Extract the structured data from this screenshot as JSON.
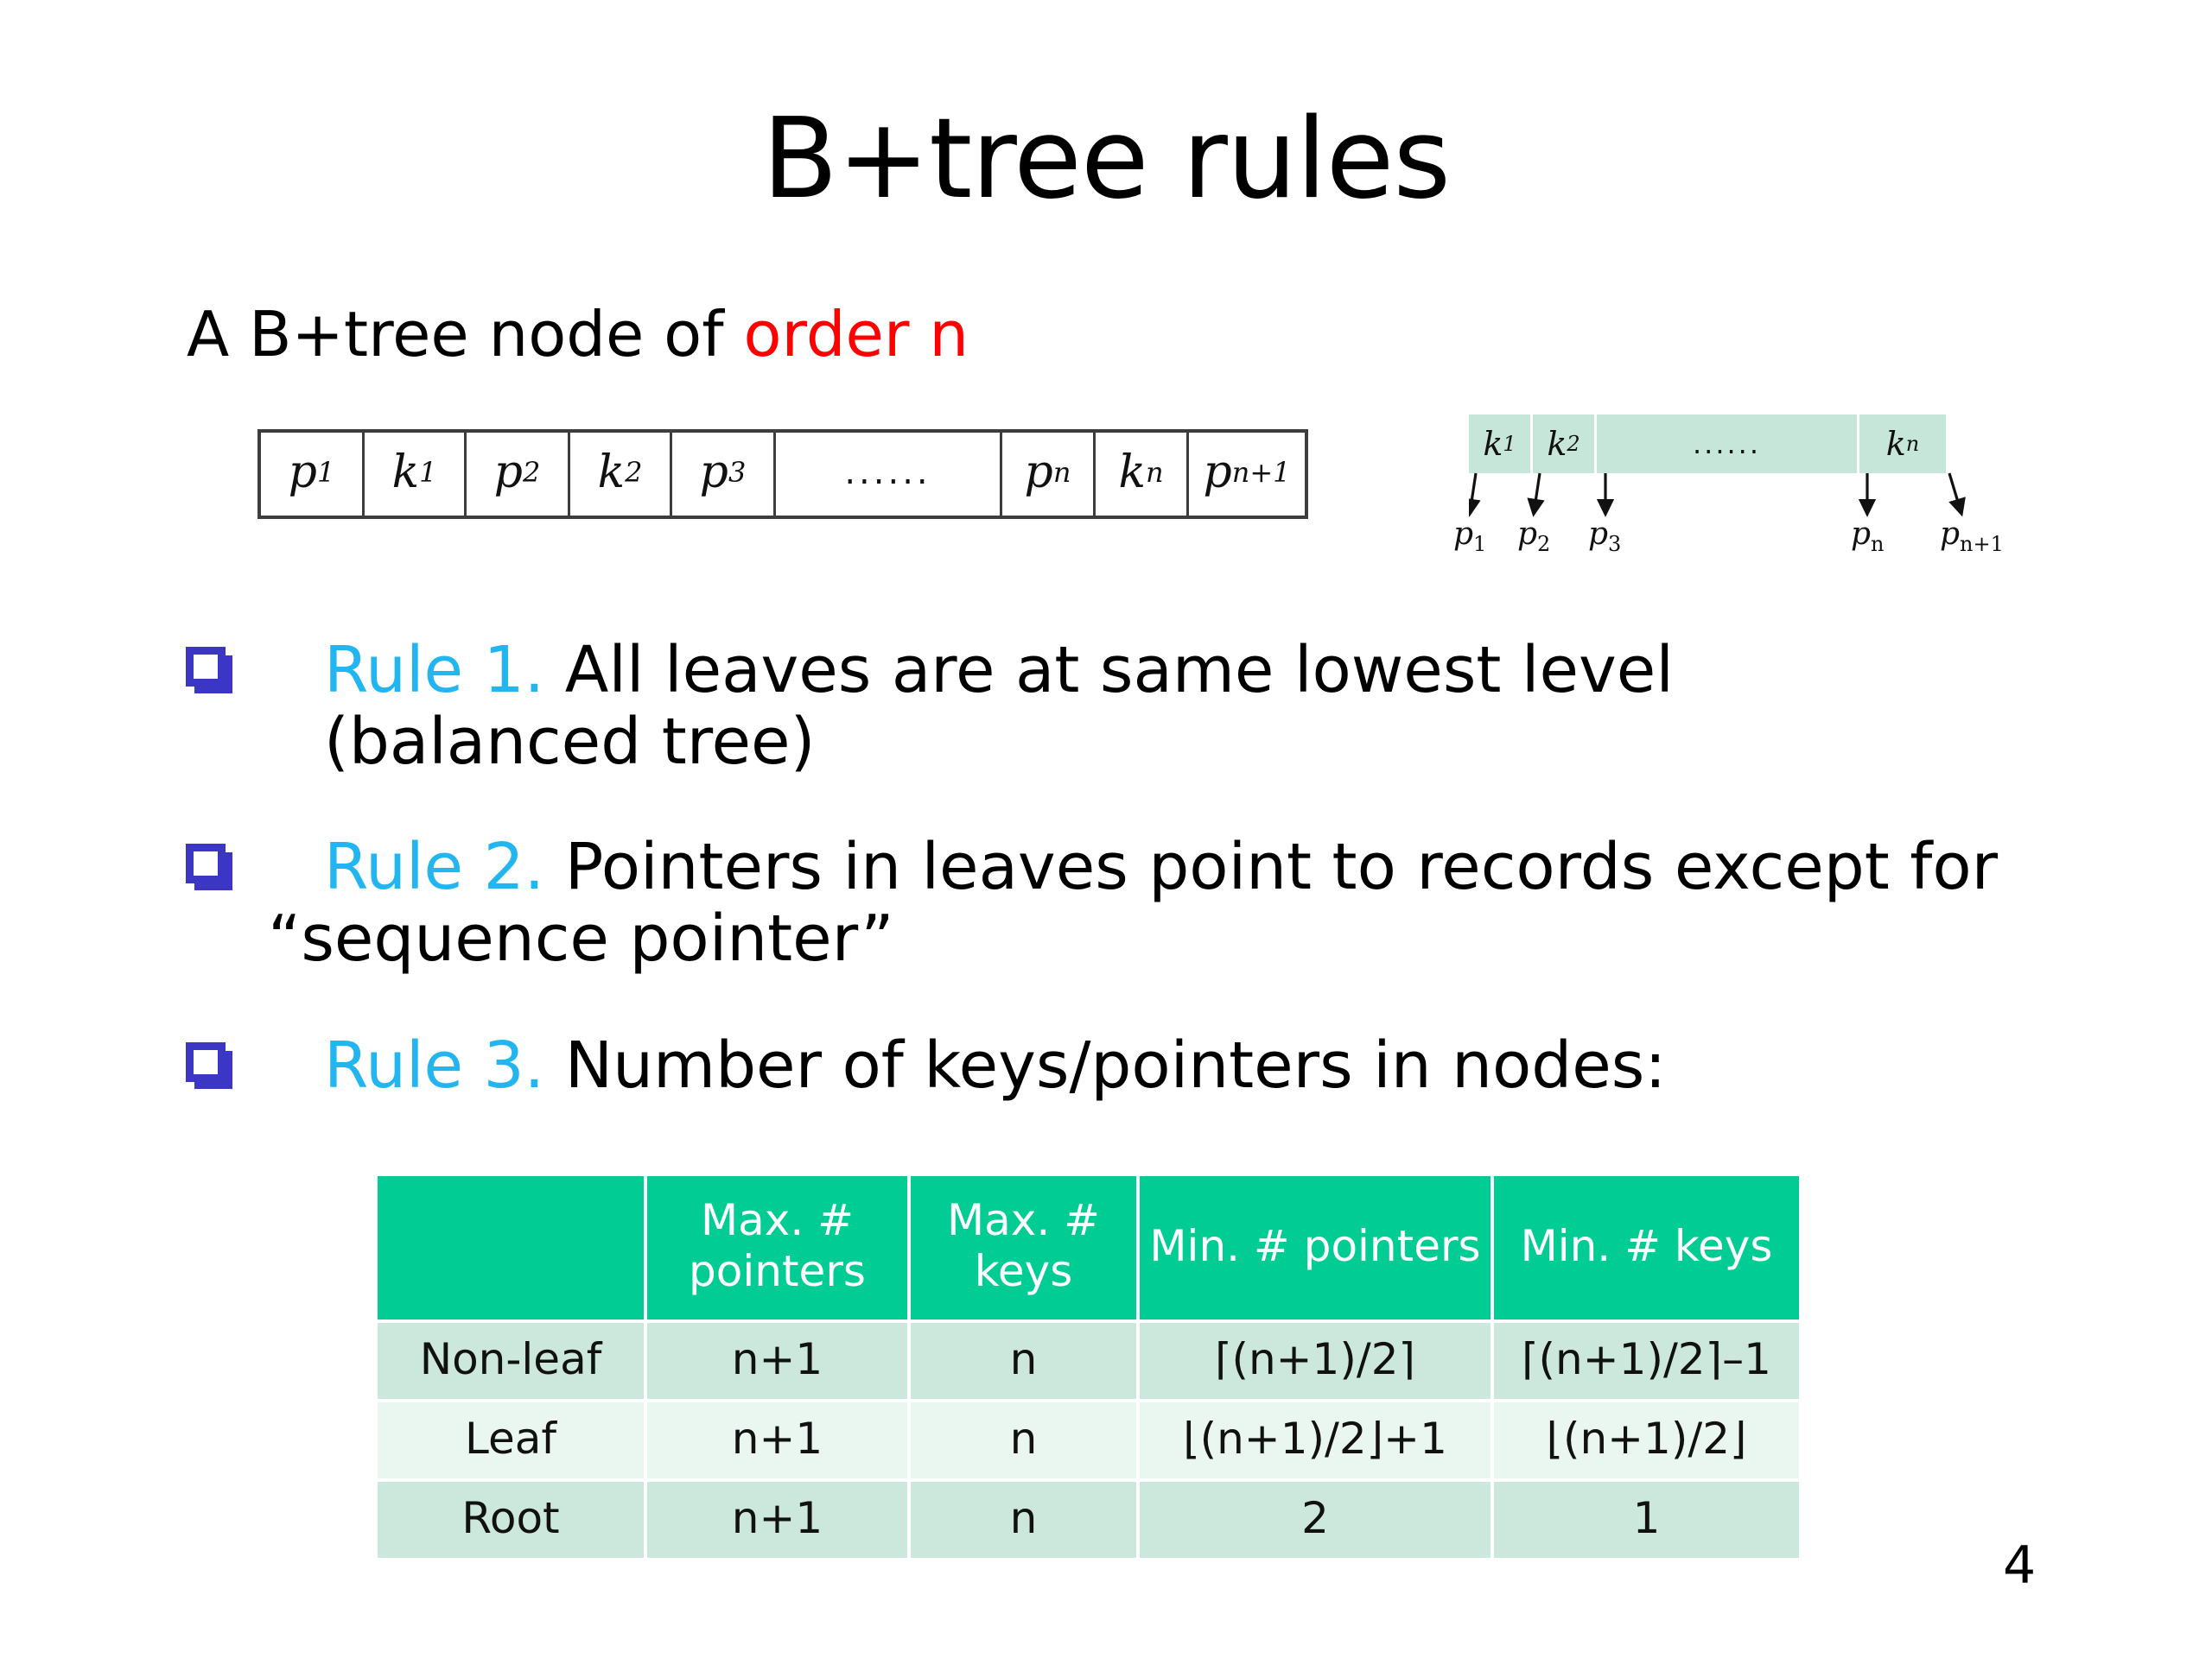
{
  "slide": {
    "title": "B+tree rules",
    "subtitle_prefix": "A B+tree node of ",
    "subtitle_accent": "order n",
    "page_number": "4",
    "accent_red": "#ff0000",
    "accent_cyan": "#22b5f0",
    "bullet_blue": "#3b37c4",
    "table_header_green": "#00cc93",
    "table_band_dark": "#cce8dc",
    "table_band_light": "#eaf7f0",
    "diagram_green": "#c5e6d8"
  },
  "node_diagram": {
    "cells": [
      {
        "base": "p",
        "sub": "1"
      },
      {
        "base": "k",
        "sub": "1"
      },
      {
        "base": "p",
        "sub": "2"
      },
      {
        "base": "k",
        "sub": "2"
      },
      {
        "base": "p",
        "sub": "3"
      },
      {
        "base": "......",
        "sub": ""
      },
      {
        "base": "p",
        "sub": "n"
      },
      {
        "base": "k",
        "sub": "n"
      },
      {
        "base": "p",
        "sub": "n+1"
      }
    ]
  },
  "green_diagram": {
    "keys": [
      {
        "base": "k",
        "sub": "1"
      },
      {
        "base": "k",
        "sub": "2"
      },
      {
        "base": "......",
        "sub": ""
      },
      {
        "base": "k",
        "sub": "n"
      }
    ],
    "pointers": [
      {
        "base": "p",
        "sub": "1"
      },
      {
        "base": "p",
        "sub": "2"
      },
      {
        "base": "p",
        "sub": "3"
      },
      {
        "base": "p",
        "sub": "n"
      },
      {
        "base": "p",
        "sub": "n+1"
      }
    ]
  },
  "rules": [
    {
      "label": "Rule 1.",
      "text": " All leaves are at same lowest level",
      "continuation": "(balanced tree)"
    },
    {
      "label": "Rule 2.",
      "text": " Pointers in leaves point to records except for",
      "continuation": "“sequence pointer”"
    },
    {
      "label": "Rule 3.",
      "text": " Number of keys/pointers in nodes:",
      "continuation": ""
    }
  ],
  "table": {
    "headers": [
      "",
      "Max. #\npointers",
      "Max. #\nkeys",
      "Min. #\npointers",
      "Min. #\nkeys"
    ],
    "rows": [
      {
        "cells": [
          "Non-leaf",
          "n+1",
          "n",
          "⌈(n+1)/2⌉",
          "⌈(n+1)/2⌉–1"
        ]
      },
      {
        "cells": [
          "Leaf",
          "n+1",
          "n",
          "⌊(n+1)/2⌋+1",
          "⌊(n+1)/2⌋"
        ]
      },
      {
        "cells": [
          "Root",
          "n+1",
          "n",
          "2",
          "1"
        ]
      }
    ]
  }
}
